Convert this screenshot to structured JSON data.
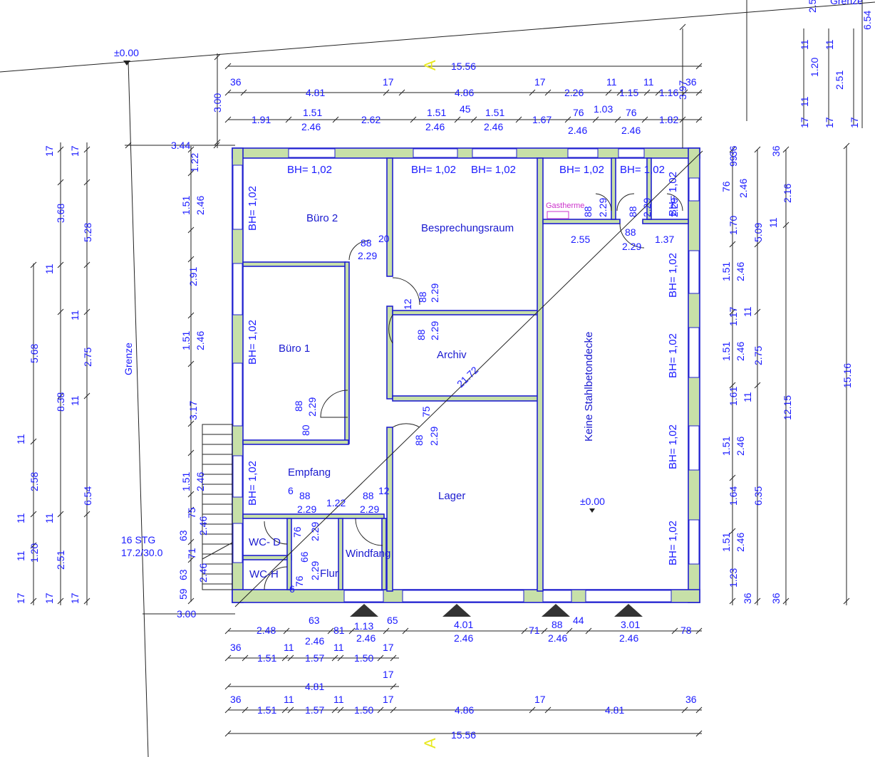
{
  "level_marker": "±0.00",
  "level_marker_inside": "±0.00",
  "boundary_label": "Grenze",
  "section_marker": "A",
  "stair": {
    "count": "16 STG",
    "ratio": "17.2/30.0"
  },
  "rooms": {
    "buero2": "Büro 2",
    "besprechung": "Besprechungsraum",
    "buero1": "Büro 1",
    "archiv": "Archiv",
    "empfang": "Empfang",
    "lager": "Lager",
    "decke": "Keine Stahlbetondecke",
    "wc_d": "WC- D",
    "wc_h": "WC-H",
    "flur": "Flur",
    "windfang": "Windfang",
    "gastherme": "Gastherme"
  },
  "bh": "BH= 1,02",
  "dims": {
    "total": "15.56",
    "diag": "21.72",
    "d481": "4.81",
    "d486": "4.86",
    "d226": "2.26",
    "d115": "1.15",
    "d116": "1.16",
    "d365": "36",
    "d175": "17",
    "d115s": "11",
    "d191": "1.91",
    "d151": "1.51",
    "d246": "2.46",
    "d262": "2.62",
    "d45": "45",
    "d167": "1.67",
    "d76": "76",
    "d103": "1.03",
    "d182": "1.82",
    "d300": "3.00",
    "d344": "3.44",
    "d122": "1.22",
    "d291": "2.91",
    "d317": "3.17",
    "d229": "2.29",
    "d88": "88",
    "d20": "20",
    "d12": "12",
    "d80": "80",
    "d75": "75",
    "d255": "2.55",
    "d137": "1.37",
    "d397": "3.97",
    "d6": "6",
    "d122b": "1.22",
    "d63": "63",
    "d71": "71",
    "d59": "59",
    "d66": "66",
    "d248": "2.48",
    "d81": "81",
    "d113": "1.13",
    "d65": "65",
    "d401": "4.01",
    "d44": "44",
    "d301": "3.01",
    "d78": "78",
    "d157": "1.57",
    "d150": "1.50",
    "d368": "3.68",
    "d528": "5.28",
    "d568": "5.68",
    "d275": "2.75",
    "d838": "8.38",
    "d258": "2.58",
    "d654": "6.54",
    "d120": "1.20",
    "d251": "2.51",
    "d99": "99",
    "d170": "1.70",
    "d509": "5.09",
    "d216": "2.16",
    "d117": "1.17",
    "d161": "1.61",
    "d164": "1.64",
    "d635": "6.35",
    "d1215": "12.15",
    "d123": "1.23",
    "d1516": "15.16",
    "d654b": "6.54",
    "d25": "2.5"
  }
}
